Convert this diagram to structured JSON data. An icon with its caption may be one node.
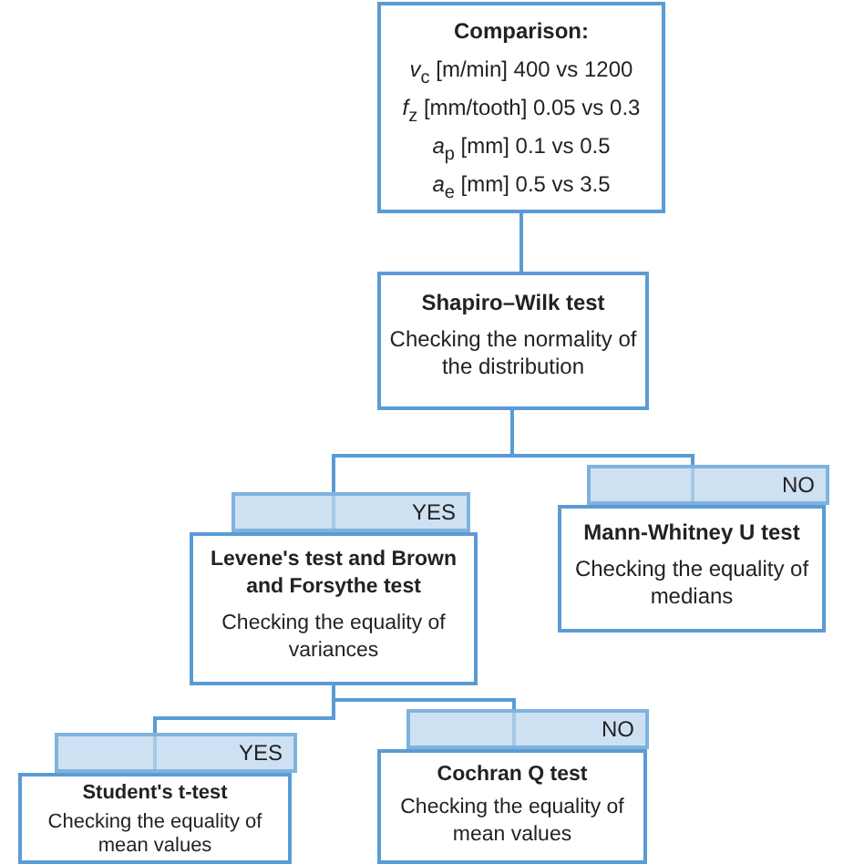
{
  "diagram": {
    "nodes": [
      {
        "text": [
          "Comparison:",
          "*v*$_{c}$ [m/min] 400 vs 1200",
          "*f*$_{z}$ [mm/tooth] 0.05 vs 0.3",
          "*a*$_{p}$ [mm] 0.1 vs 0.5",
          "*a*$_{e}$ [mm] 0.5 vs 3.5"
        ]
      },
      {
        "text": [
          "Shapiro–Wilk test",
          "Checking the normality of the distribution"
        ]
      },
      {
        "text": [
          "Levene's test and Brown and Forsythe test",
          "Checking the equality of variances"
        ]
      },
      {
        "text": [
          "Mann-Whitney U test",
          "Checking the equality of medians"
        ]
      },
      {
        "text": [
          "Student's t-test",
          "Checking the equality of mean values"
        ]
      },
      {
        "text": [
          "Cochran Q test",
          "Checking the equality of mean values"
        ]
      }
    ],
    "edges": [
      {
        "from": 0,
        "to": 1,
        "arrow": "none"
      },
      {
        "from": 1,
        "to": 2,
        "arrow": "none",
        "label": "YES"
      },
      {
        "from": 1,
        "to": 3,
        "arrow": "none",
        "label": "NO"
      },
      {
        "from": 2,
        "to": 4,
        "arrow": "none",
        "label": "YES"
      },
      {
        "from": 2,
        "to": 5,
        "arrow": "none",
        "label": "NO"
      }
    ]
  }
}
